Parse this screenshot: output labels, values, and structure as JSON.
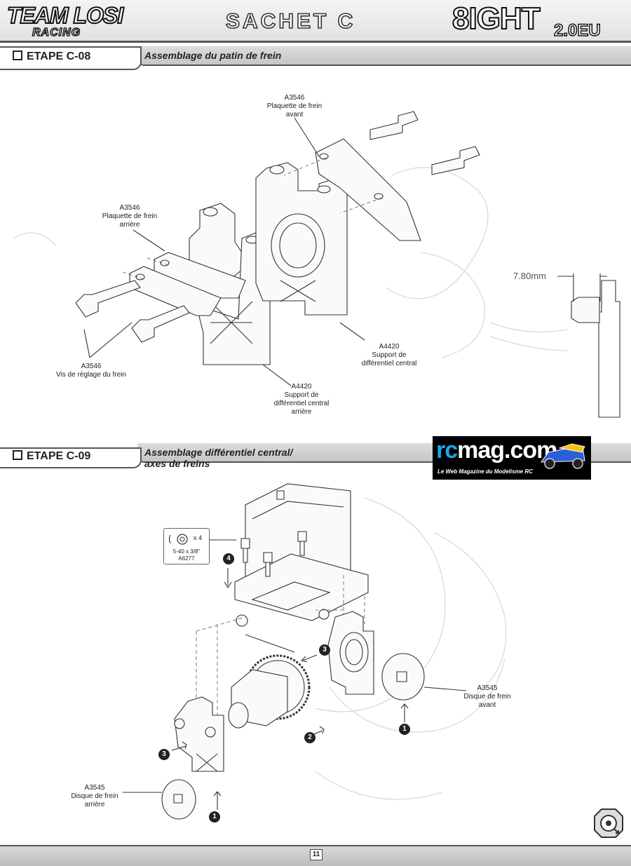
{
  "header": {
    "brand_top": "TEAM LOSI",
    "brand_sub": "RACING",
    "bag_title": "SACHET C",
    "model": "8IGHT",
    "model_sub": "2.0EU"
  },
  "step_c08": {
    "label": "ETAPE C-08",
    "title": "Assemblage du patin de frein",
    "callouts": {
      "front_pad": "A3546\nPlaquette de frein\navant",
      "rear_pad": "A3546\nPlaquette de frein\narrière",
      "adjust_screws": "A3546\nVis de réglage du frein",
      "center_support": "A4420\nSupport de\ndifférentiel central",
      "rear_support": "A4420\nSupport de\ndifférentiel central\narrière"
    },
    "dimension": "7.80mm"
  },
  "step_c09": {
    "label": "ETAPE C-09",
    "title_line1": "Assemblage différentiel central/",
    "title_line2": "axes de freins",
    "parts": {
      "qty": "x 4",
      "size": "5-40 x 3/8\"",
      "part_no": "A6277"
    },
    "callouts": {
      "front_disc": "A3545\nDisque de frein\navant",
      "rear_disc": "A3545\nDisque de frein\narrière"
    },
    "steps": {
      "s1a": "1",
      "s1b": "1",
      "s2": "2",
      "s3a": "3",
      "s3b": "3",
      "s4": "4"
    }
  },
  "banner": {
    "logo_rc": "rc",
    "logo_rest": "mag.com",
    "tagline": "Le Web Magazine du Modelisme RC"
  },
  "footer": {
    "page": "11"
  },
  "icons": {
    "nav": "gear-arrow-icon"
  }
}
